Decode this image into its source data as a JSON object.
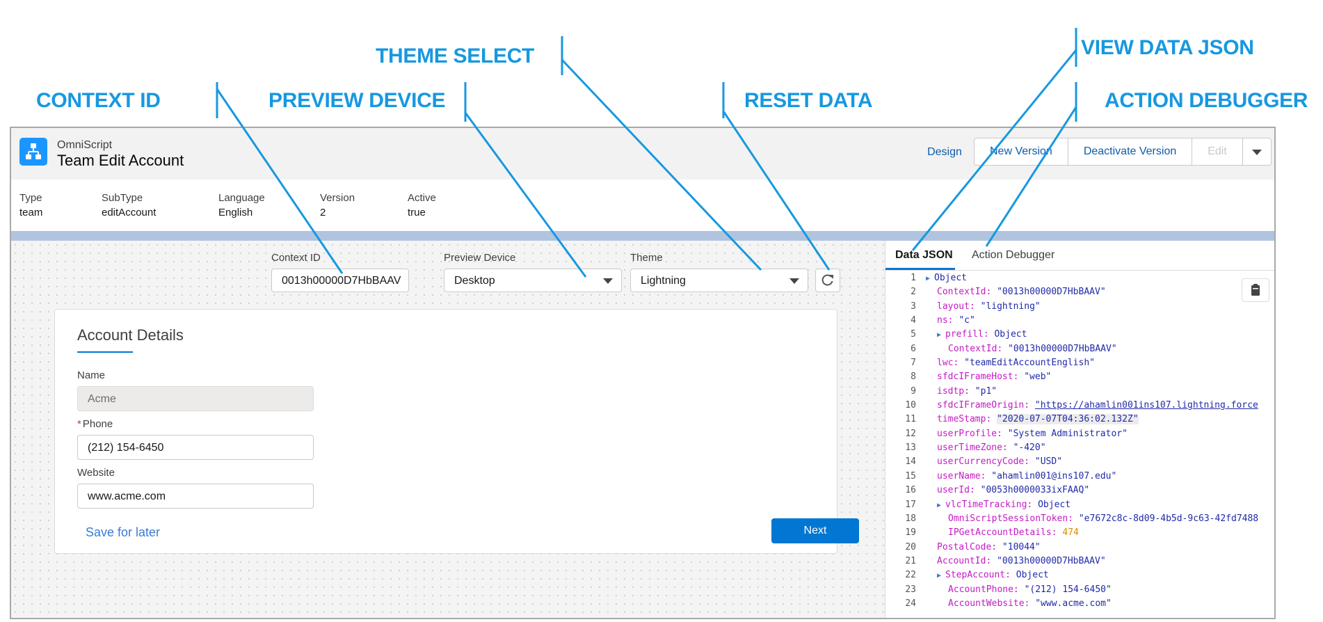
{
  "callouts": {
    "context_id": "CONTEXT ID",
    "preview_device": "PREVIEW DEVICE",
    "theme_select": "THEME SELECT",
    "reset_data": "RESET DATA",
    "view_data_json": "VIEW DATA JSON",
    "action_debugger": "ACTION DEBUGGER",
    "color": "#1798e0"
  },
  "header": {
    "type_label": "OmniScript",
    "title": "Team Edit Account",
    "design_label": "Design",
    "new_version_label": "New Version",
    "deactivate_label": "Deactivate Version",
    "edit_label": "Edit"
  },
  "meta": [
    {
      "label": "Type",
      "value": "team"
    },
    {
      "label": "SubType",
      "value": "editAccount"
    },
    {
      "label": "Language",
      "value": "English"
    },
    {
      "label": "Version",
      "value": "2"
    },
    {
      "label": "Active",
      "value": "true"
    }
  ],
  "preview": {
    "context_label": "Context ID",
    "context_value": "0013h00000D7HbBAAV",
    "device_label": "Preview Device",
    "device_value": "Desktop",
    "theme_label": "Theme",
    "theme_value": "Lightning"
  },
  "form": {
    "step_title": "Account Details",
    "name_label": "Name",
    "name_value": "Acme",
    "phone_required": "*",
    "phone_label": "Phone",
    "phone_value": "(212) 154-6450",
    "website_label": "Website",
    "website_value": "www.acme.com",
    "save_for_later": "Save for later",
    "next": "Next"
  },
  "json_panel": {
    "tab_data_json": "Data JSON",
    "tab_action_debugger": "Action Debugger",
    "lines": [
      {
        "n": "1",
        "expand": true,
        "indent": 0,
        "obj": "Object"
      },
      {
        "n": "2",
        "indent": 1,
        "key": "ContextId:",
        "val": "\"0013h00000D7HbBAAV\""
      },
      {
        "n": "3",
        "indent": 1,
        "key": "layout:",
        "val": "\"lightning\""
      },
      {
        "n": "4",
        "indent": 1,
        "key": "ns:",
        "val": "\"c\""
      },
      {
        "n": "5",
        "expand": true,
        "indent": 1,
        "key": "prefill:",
        "obj": "Object"
      },
      {
        "n": "6",
        "indent": 2,
        "key": "ContextId:",
        "val": "\"0013h00000D7HbBAAV\""
      },
      {
        "n": "7",
        "indent": 1,
        "key": "lwc:",
        "val": "\"teamEditAccountEnglish\""
      },
      {
        "n": "8",
        "indent": 1,
        "key": "sfdcIFrameHost:",
        "val": "\"web\""
      },
      {
        "n": "9",
        "indent": 1,
        "key": "isdtp:",
        "val": "\"p1\""
      },
      {
        "n": "10",
        "indent": 1,
        "key": "sfdcIFrameOrigin:",
        "link": "\"https://ahamlin001ins107.lightning.force"
      },
      {
        "n": "11",
        "indent": 1,
        "key": "timeStamp:",
        "val": "\"2020-07-07T04:36:02.132Z\"",
        "highlight": true
      },
      {
        "n": "12",
        "indent": 1,
        "key": "userProfile:",
        "val": "\"System Administrator\""
      },
      {
        "n": "13",
        "indent": 1,
        "key": "userTimeZone:",
        "val": "\"-420\""
      },
      {
        "n": "14",
        "indent": 1,
        "key": "userCurrencyCode:",
        "val": "\"USD\""
      },
      {
        "n": "15",
        "indent": 1,
        "key": "userName:",
        "val": "\"ahamlin001@ins107.edu\""
      },
      {
        "n": "16",
        "indent": 1,
        "key": "userId:",
        "val": "\"0053h0000033ixFAAQ\""
      },
      {
        "n": "17",
        "expand": true,
        "indent": 1,
        "key": "vlcTimeTracking:",
        "obj": "Object"
      },
      {
        "n": "18",
        "indent": 2,
        "key": "OmniScriptSessionToken:",
        "val": "\"e7672c8c-8d09-4b5d-9c63-42fd7488"
      },
      {
        "n": "19",
        "indent": 2,
        "key": "IPGetAccountDetails:",
        "num": "474"
      },
      {
        "n": "20",
        "indent": 1,
        "key": "PostalCode:",
        "val": "\"10044\""
      },
      {
        "n": "21",
        "indent": 1,
        "key": "AccountId:",
        "val": "\"0013h00000D7HbBAAV\""
      },
      {
        "n": "22",
        "expand": true,
        "indent": 1,
        "key": "StepAccount:",
        "obj": "Object"
      },
      {
        "n": "23",
        "indent": 2,
        "key": "AccountPhone:",
        "val": "\"(212) 154-6450\""
      },
      {
        "n": "24",
        "indent": 2,
        "key": "AccountWebsite:",
        "val": "\"www.acme.com\""
      }
    ]
  }
}
